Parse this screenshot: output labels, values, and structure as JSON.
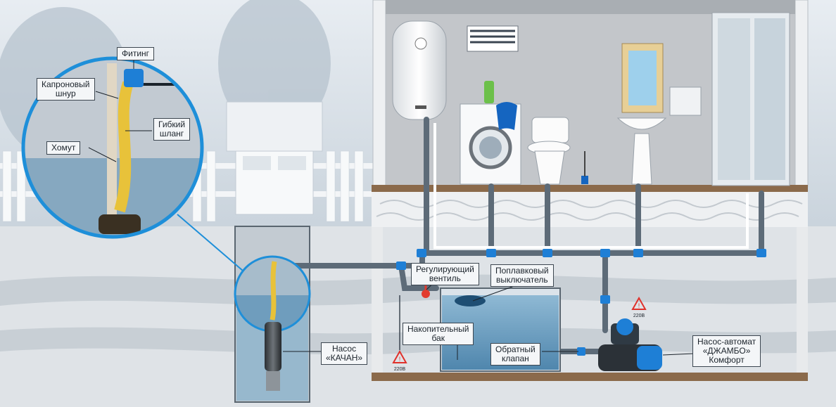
{
  "labels": {
    "fitting": "Фитинг",
    "nylon_cord": [
      "Капроновый",
      "шнур"
    ],
    "flex_hose": [
      "Гибкий",
      "шланг"
    ],
    "clamp": "Хомут",
    "pump_kachan": [
      "Насос",
      "«КАЧАН»"
    ],
    "regulating_valve": [
      "Регулирующий",
      "вентиль"
    ],
    "float_switch": [
      "Поплавковый",
      "выключатель"
    ],
    "storage_tank": [
      "Накопительный",
      "бак"
    ],
    "check_valve": [
      "Обратный",
      "клапан"
    ],
    "pump_station": [
      "Насос-автомат",
      "«ДЖАМБО»",
      "Комфорт"
    ]
  },
  "warning_text": "220В",
  "icons": [
    "warning-triangle-icon",
    "electric-plug-icon"
  ],
  "colors": {
    "pipe": "#5d6b78",
    "fitting": "#1e7fd6",
    "water": "#5f95b8",
    "hose": "#e8c23a",
    "zoom_ring": "#1e8fd9",
    "valve": "#e23b2e",
    "warning": "#e0312b"
  }
}
